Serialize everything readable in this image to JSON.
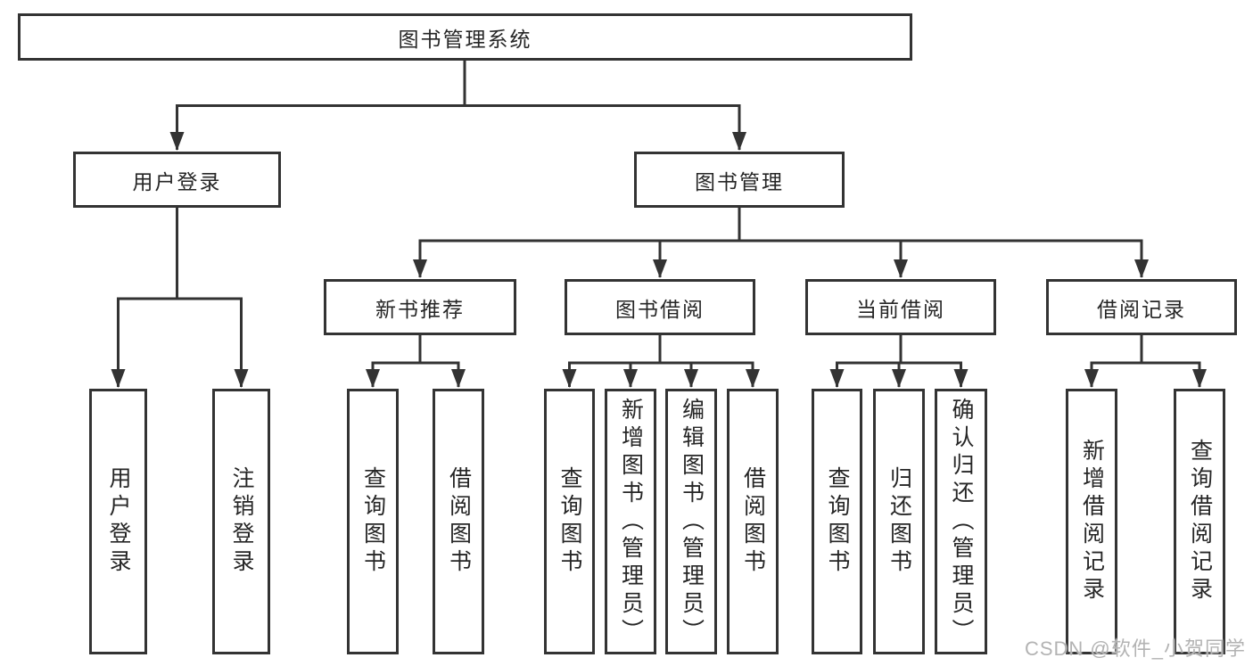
{
  "diagram": {
    "title": "图书管理系统",
    "login": {
      "label": "用户登录",
      "children": [
        "用户登录",
        "注销登录"
      ]
    },
    "manage": {
      "label": "图书管理",
      "groups": [
        {
          "label": "新书推荐",
          "children": [
            "查询图书",
            "借阅图书"
          ]
        },
        {
          "label": "图书借阅",
          "children": [
            "查询图书",
            "新增图书（管理员）",
            "编辑图书（管理员）",
            "借阅图书"
          ]
        },
        {
          "label": "当前借阅",
          "children": [
            "查询图书",
            "归还图书",
            "确认归还（管理员）"
          ]
        },
        {
          "label": "借阅记录",
          "children": [
            "新增借阅记录",
            "查询借阅记录"
          ]
        }
      ]
    }
  },
  "watermark": {
    "text": "CSDN @软件_小贺同学"
  },
  "colors": {
    "line": "#333333",
    "box_border": "#333333",
    "box_fill": "#ffffff",
    "text": "#262626",
    "watermark": "#b3b3b3",
    "background": "#ffffff"
  }
}
